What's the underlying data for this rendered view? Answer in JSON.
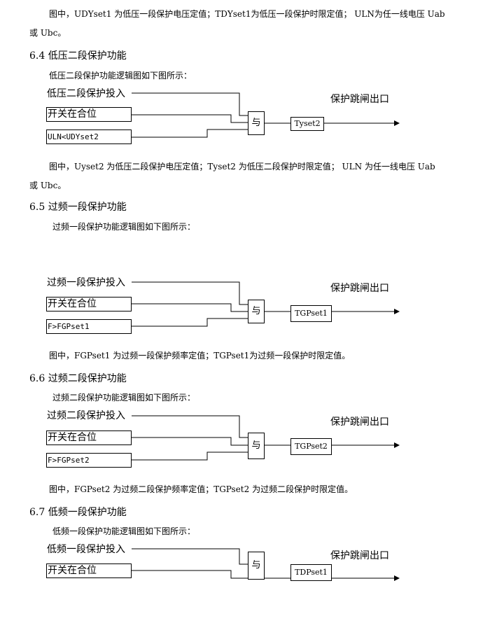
{
  "text": {
    "p1_line1": "图中，UDYset1 为低压一段保护电压定值；TDYset1为低压一段保护时限定值； ULN为任一线电压 Uab",
    "p1_line2": "或 Ubc。",
    "h64": "6.4 低压二段保护功能",
    "s64": "低压二段保护功能逻辑图如下图所示：",
    "p2_line1": "图中，Uyset2 为低压二段保护电压定值；Tyset2 为低压二段保护时限定值； ULN 为任一线电压 Uab",
    "p2_line2": "或 Ubc。",
    "h65": "6.5 过频一段保护功能",
    "s65": "过频一段保护功能逻辑图如下图所示：",
    "p3": "图中，FGPset1 为过频一段保护频率定值；TGPset1为过频一段保护时限定值。",
    "h66": "6.6 过频二段保护功能",
    "s66": "过频二段保护功能逻辑图如下图所示：",
    "p4": "图中，FGPset2 为过频二段保护频率定值；TGPset2 为过频二段保护时限定值。",
    "h67": "6.7 低频一段保护功能",
    "s67": "低频一段保护功能逻辑图如下图所示："
  },
  "diagrams": {
    "d1": {
      "enable": "低压二段保护投入",
      "switch": "开关在合位",
      "cond": "ULN<UDYset2",
      "gate": "与",
      "timer": "Tyset2",
      "output": "保护跳闸出口"
    },
    "d2": {
      "enable": "过频一段保护投入",
      "switch": "开关在合位",
      "cond": "F>FGPset1",
      "gate": "与",
      "timer": "TGPset1",
      "output": "保护跳闸出口"
    },
    "d3": {
      "enable": "过频二段保护投入",
      "switch": "开关在合位",
      "cond": "F>FGPset2",
      "gate": "与",
      "timer": "TGPset2",
      "output": "保护跳闸出口"
    },
    "d4": {
      "enable": "低频一段保护投入",
      "switch": "开关在合位",
      "gate": "与",
      "timer": "TDPset1",
      "output": "保护跳闸出口"
    }
  }
}
